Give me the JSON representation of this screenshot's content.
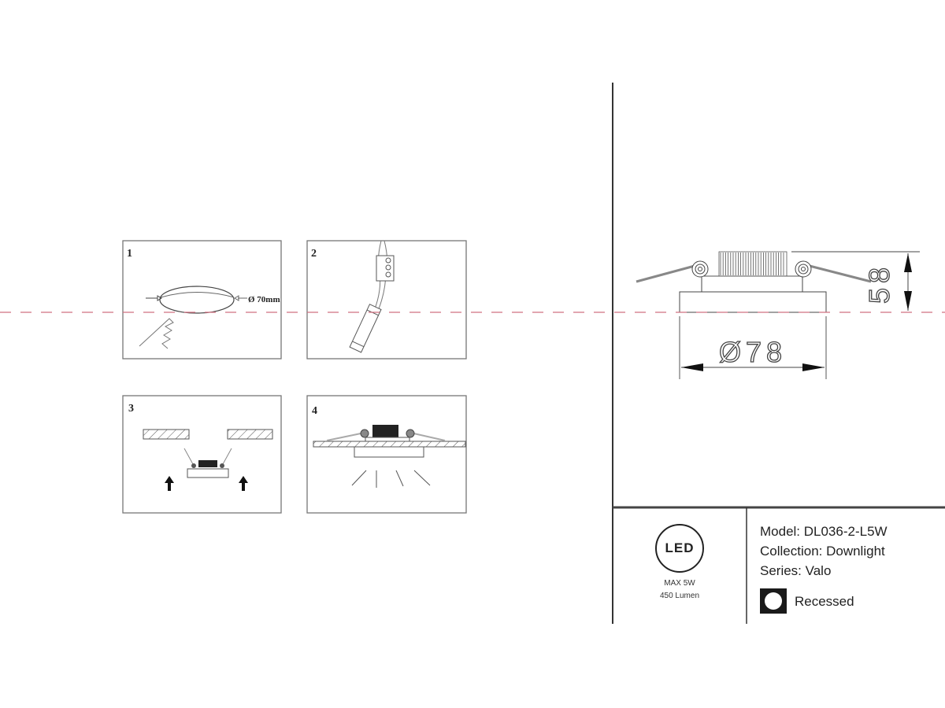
{
  "steps": [
    {
      "number": "1",
      "label": "Ø 70mm"
    },
    {
      "number": "2"
    },
    {
      "number": "3"
    },
    {
      "number": "4"
    }
  ],
  "dimensions": {
    "diameter": "Ø78",
    "height": "58"
  },
  "spec": {
    "badge": "LED",
    "max_power": "MAX 5W",
    "lumen": "450 Lumen"
  },
  "info": {
    "model": "Model: DL036-2-L5W",
    "collection": "Collection: Downlight",
    "series": "Series: Valo",
    "mounting": "Recessed"
  },
  "colors": {
    "guide_line": "#d07080",
    "line": "#444444"
  }
}
